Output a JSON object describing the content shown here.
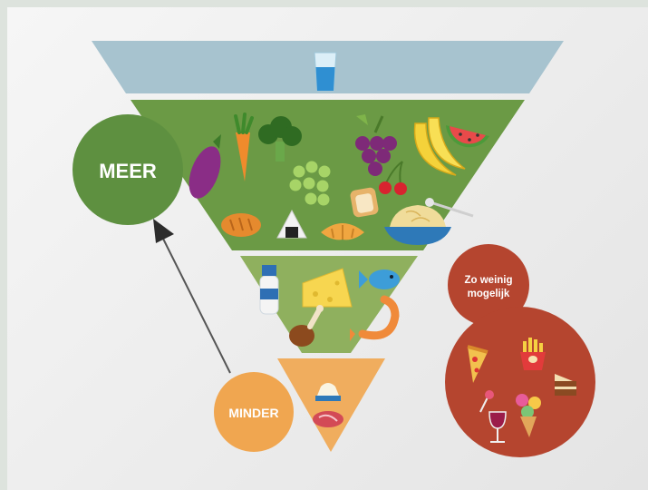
{
  "labels": {
    "meer": "MEER",
    "minder": "MINDER",
    "zo_weinig_line1": "Zo weinig",
    "zo_weinig_line2": "mogelijk"
  },
  "colors": {
    "water_layer": "#a7c3cf",
    "plant_layer": "#6b9a45",
    "protein_layer": "#8fb05e",
    "fat_layer": "#f0ad5e",
    "meer_circle": "#5e9040",
    "minder_circle": "#f0a650",
    "zo_weinig_circle": "#b5452f"
  },
  "icons": {
    "water": "water-glass-icon",
    "plant_foods": [
      "eggplant-icon",
      "carrot-icon",
      "broccoli-icon",
      "grapes-icon",
      "bananas-icon",
      "watermelon-icon",
      "peas-icon",
      "cherries-icon",
      "bread-icon",
      "pasta-icon",
      "bread-roll-icon",
      "rice-ball-icon",
      "croissant-icon"
    ],
    "protein_foods": [
      "milk-bottle-icon",
      "cheese-icon",
      "fish-icon",
      "chicken-leg-icon",
      "shrimp-icon"
    ],
    "fats": [
      "butter-dish-icon",
      "steak-icon"
    ],
    "limit_foods": [
      "pizza-icon",
      "fries-icon",
      "cake-icon",
      "lollipop-icon",
      "wine-glass-icon",
      "ice-cream-icon"
    ]
  }
}
